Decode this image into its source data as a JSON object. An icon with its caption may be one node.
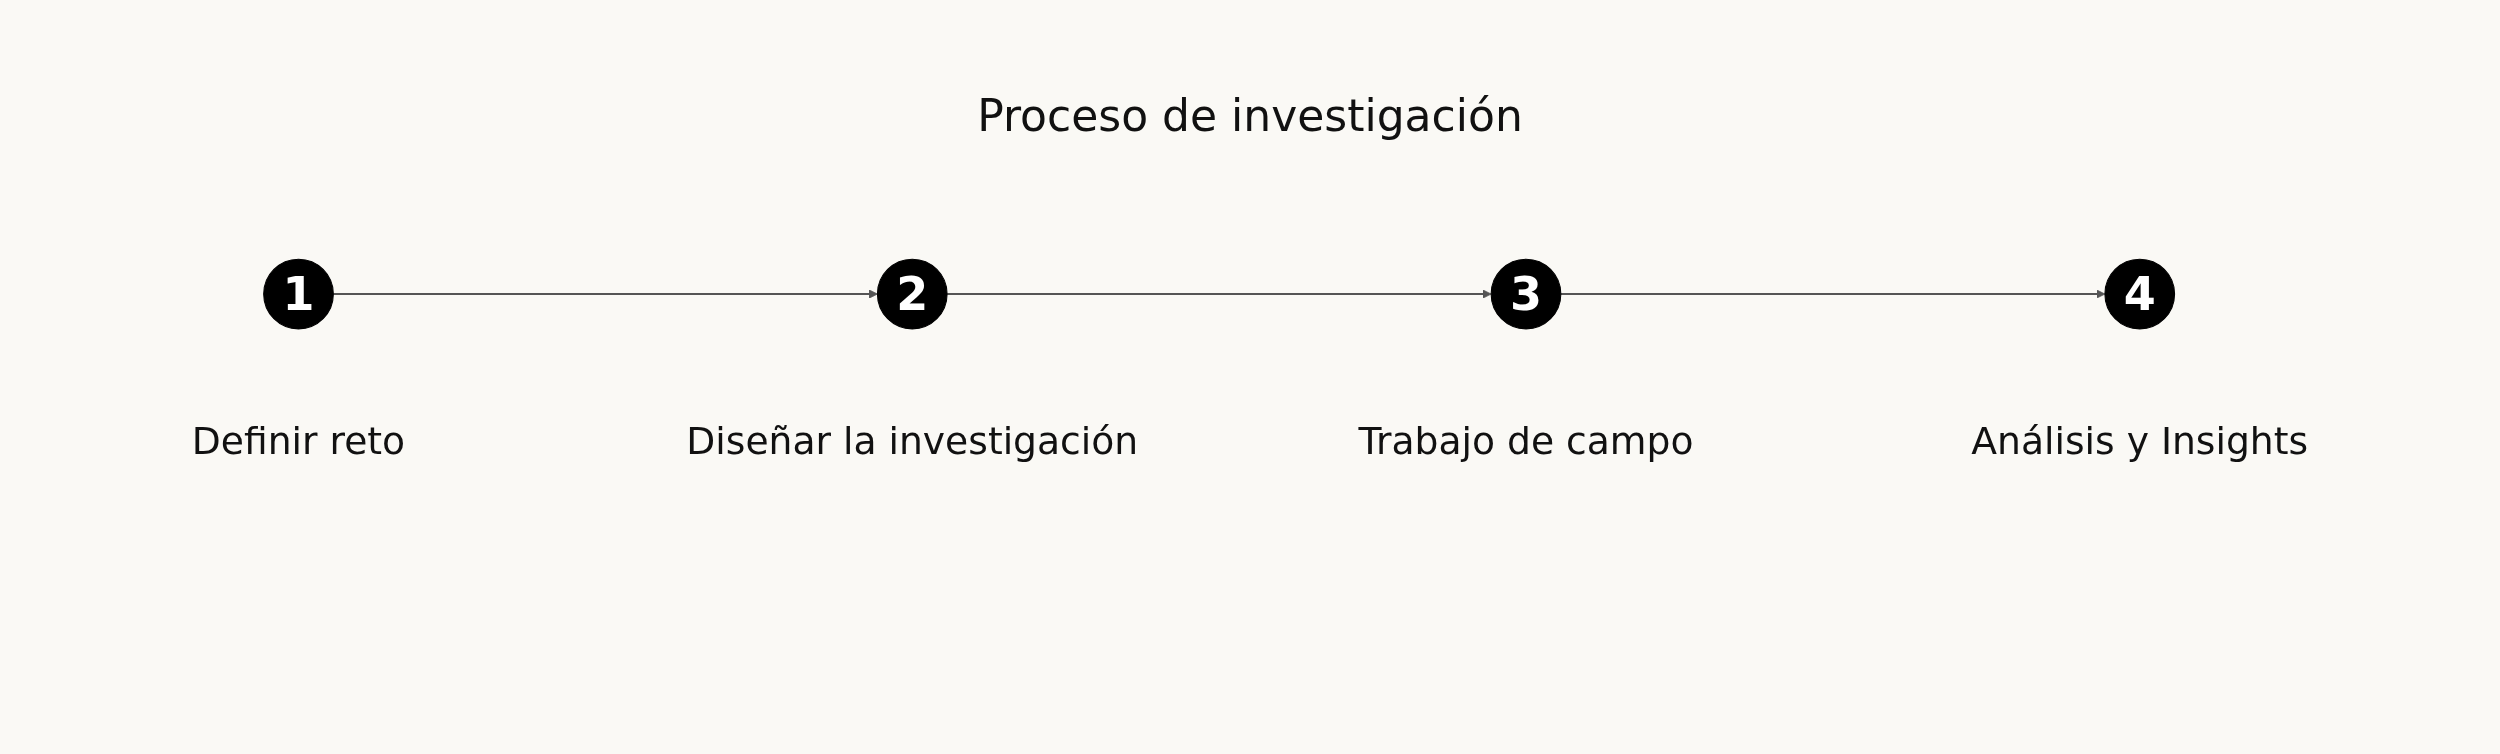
{
  "diagram": {
    "title": "Proceso de investigación",
    "nodes": [
      {
        "text": [
          "1"
        ],
        "beside": [
          "Definir reto"
        ]
      },
      {
        "text": [
          "2"
        ],
        "beside": [
          "Diseñar la investigación"
        ]
      },
      {
        "text": [
          "3"
        ],
        "beside": [
          "Trabajo de campo"
        ]
      },
      {
        "text": [
          "4"
        ],
        "beside": [
          "Análisis y Insights"
        ]
      }
    ],
    "edges": [
      {
        "from": 0,
        "to": 1,
        "arrow": "to"
      },
      {
        "from": 1,
        "to": 2,
        "arrow": "to"
      },
      {
        "from": 2,
        "to": 3,
        "arrow": "to"
      }
    ]
  }
}
